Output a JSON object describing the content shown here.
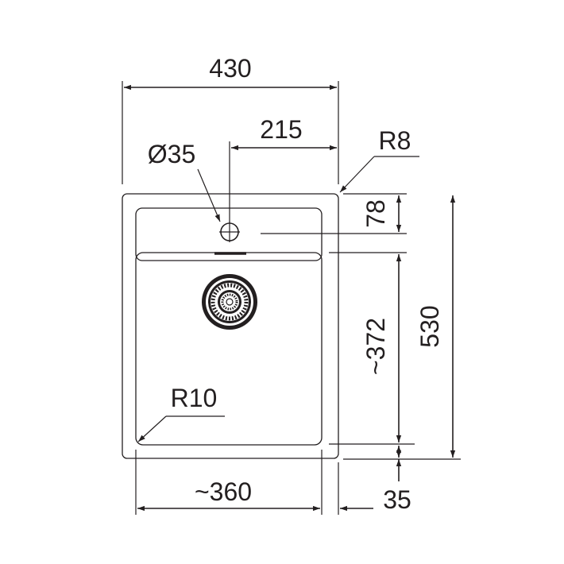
{
  "drawing": {
    "dimensions": {
      "overall_width": "430",
      "tap_hole_offset": "215",
      "tap_hole_diameter": "Ø35",
      "corner_radius_outer": "R8",
      "tap_ledge_depth": "78",
      "bowl_depth": "~372",
      "overall_depth": "530",
      "inner_corner_radius": "R10",
      "bowl_width": "~360",
      "rim_width": "35"
    }
  }
}
